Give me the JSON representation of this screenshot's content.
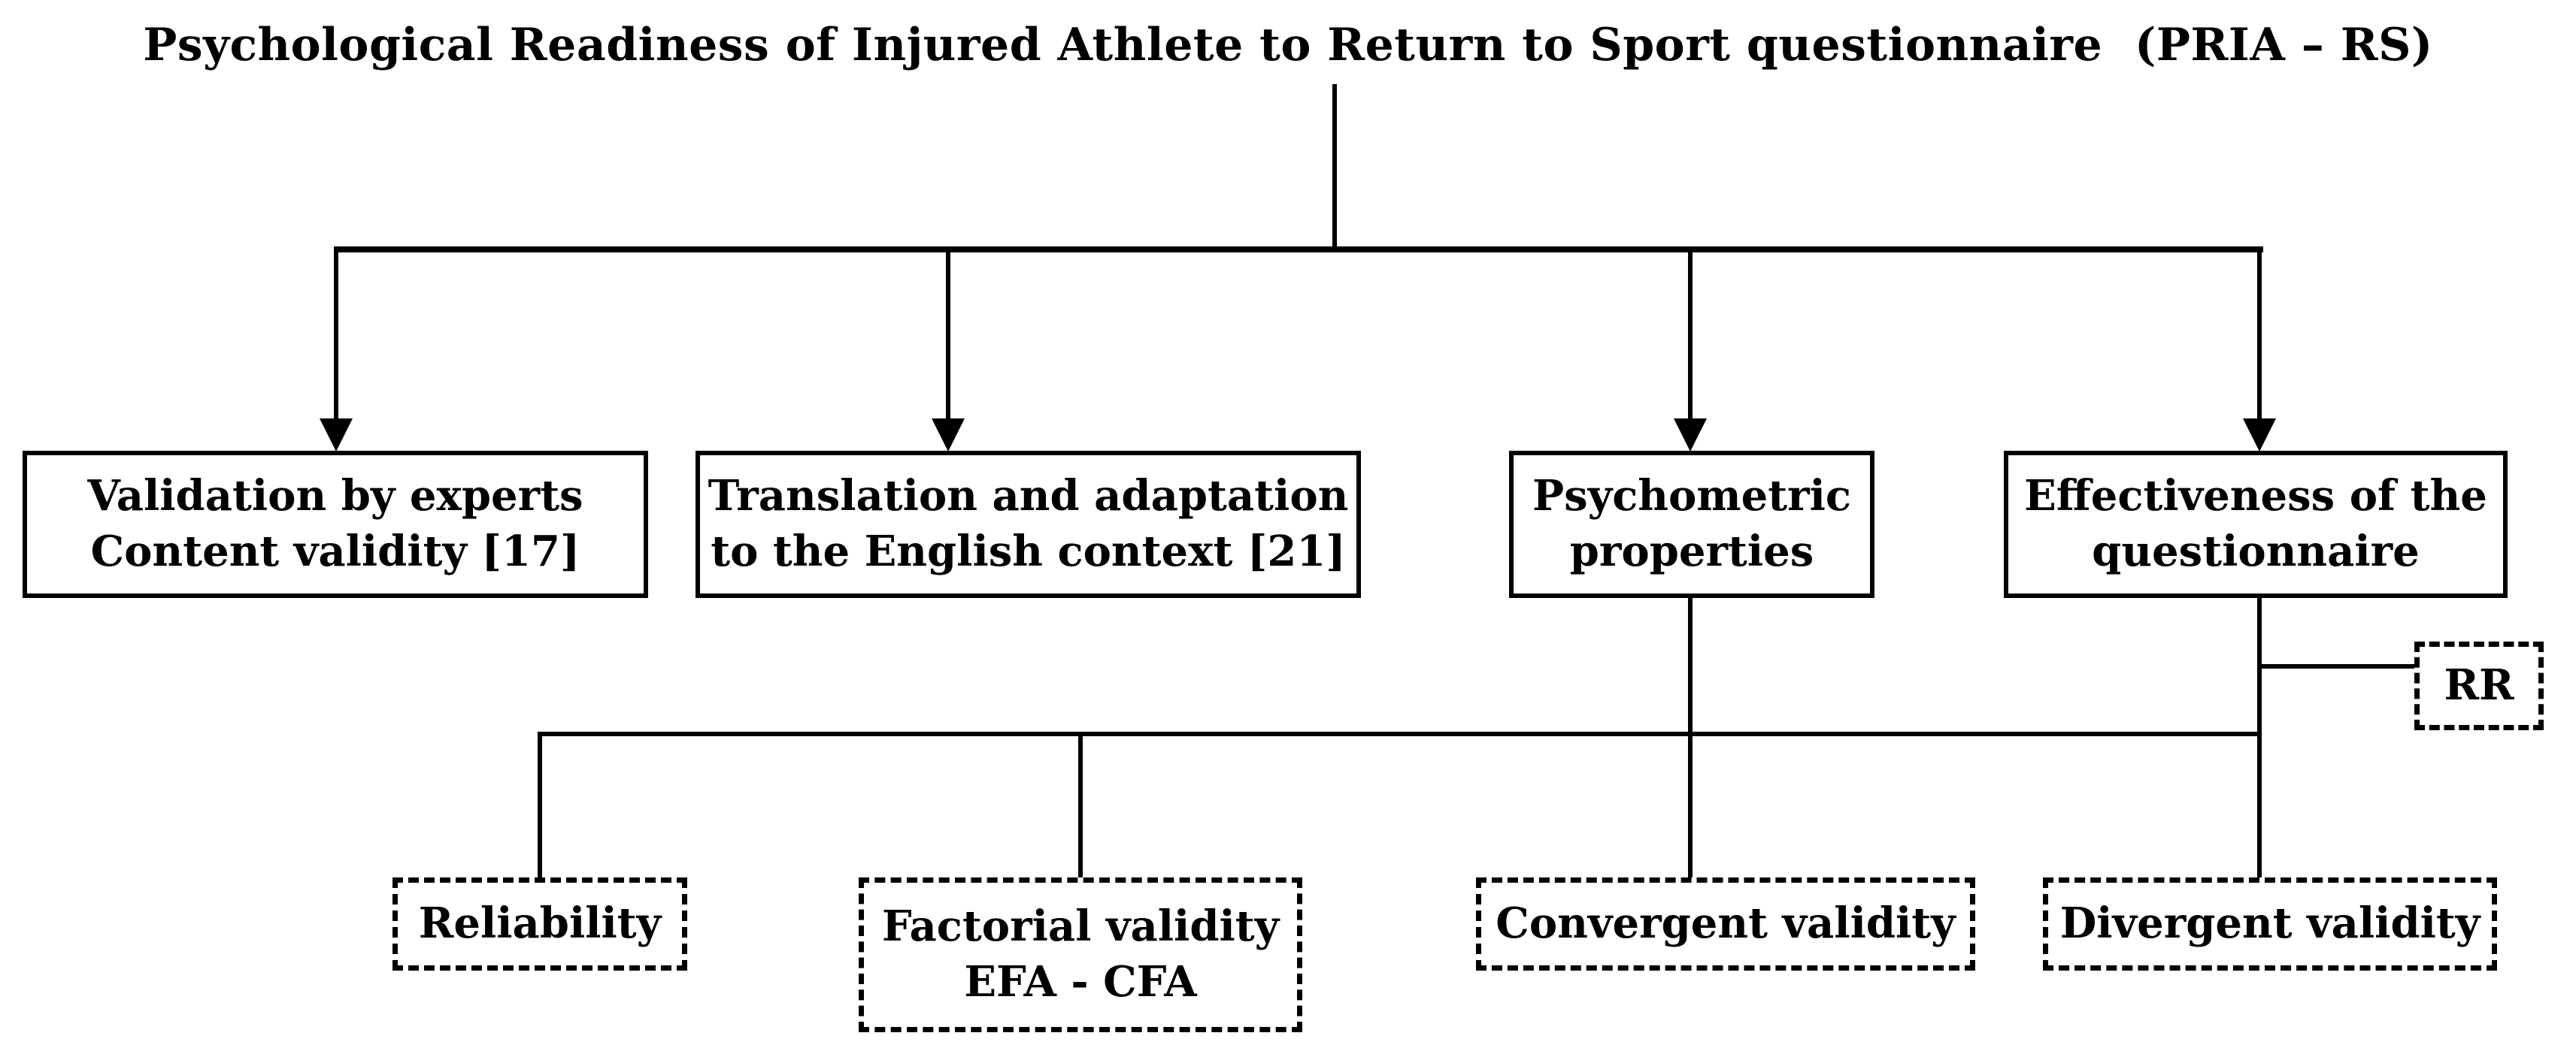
{
  "title": "Psychological Readiness of Injured Athlete to Return to Sport questionnaire  (PRIA – RS)",
  "colors": {
    "ink": "#000000",
    "background": "#ffffff"
  },
  "diagram": {
    "top_boxes": [
      {
        "id": "validation",
        "lines": [
          "Validation by experts",
          "Content validity [17]"
        ]
      },
      {
        "id": "translation",
        "lines": [
          "Translation and adaptation",
          "to the English context [21]"
        ]
      },
      {
        "id": "psychometric",
        "lines": [
          "Psychometric",
          "properties"
        ]
      },
      {
        "id": "effectiveness",
        "lines": [
          "Effectiveness of the",
          "questionnaire"
        ]
      }
    ],
    "sub_boxes": [
      {
        "id": "rr",
        "lines": [
          "RR"
        ]
      },
      {
        "id": "reliability",
        "lines": [
          "Reliability"
        ]
      },
      {
        "id": "factorial",
        "lines": [
          "Factorial validity",
          "EFA - CFA"
        ]
      },
      {
        "id": "convergent",
        "lines": [
          "Convergent validity"
        ]
      },
      {
        "id": "divergent",
        "lines": [
          "Divergent validity"
        ]
      }
    ]
  }
}
